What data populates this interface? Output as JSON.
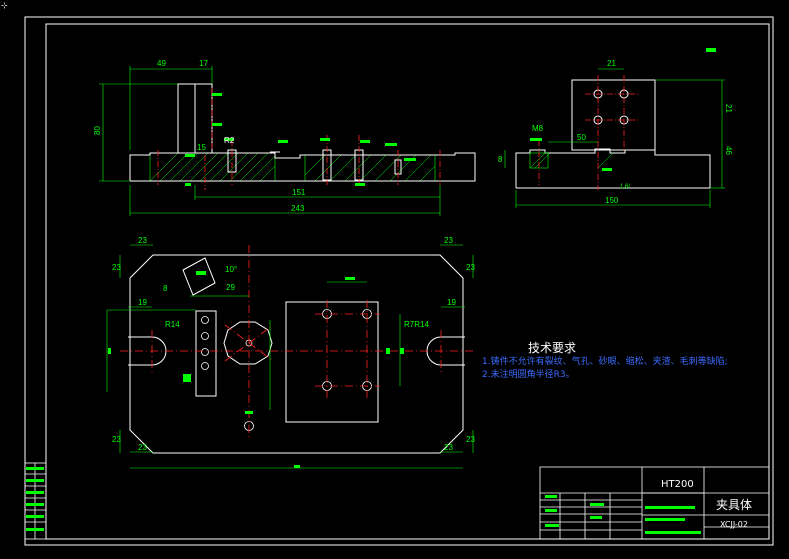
{
  "colors": {
    "background": "#000000",
    "frame": "#ffffff",
    "outline": "#ffffff",
    "dimension": "#00ff00",
    "centerline": "#ff2020",
    "hatch": "#00ff00",
    "notes": "#3b6bff",
    "highlight": "#00ff00"
  },
  "icons": {
    "corner": "crosshair-icon"
  },
  "top_view_dims": {
    "d49": "49",
    "d17": "17",
    "d80": "80",
    "r2": "R2",
    "d151": "151",
    "d243": "243",
    "d15": "15"
  },
  "side_view_dims": {
    "d21a": "21",
    "d21b": "21",
    "d46": "46",
    "m8": "M8",
    "d50": "50",
    "d8": "8",
    "d150": "150",
    "ra": "1.6/"
  },
  "plan_view_dims": {
    "d23_tl": "23",
    "d23_tl2": "23",
    "d23_tr": "23",
    "d23_tr2": "23",
    "d23_bl": "23",
    "d23_bl2": "23",
    "d23_br": "23",
    "d23_br2": "23",
    "d19_l": "19",
    "d19_r": "19",
    "r14_l": "R14",
    "r14_r": "R7R14",
    "d29": "29",
    "d10": "10°",
    "d8": "8"
  },
  "notes": {
    "title": "技术要求",
    "line1": "1.铸件不允许有裂纹、气孔、砂眼、缩松、夹渣、毛刺等缺陷;",
    "line2": "2.未注明圆角半径R3。"
  },
  "title_block": {
    "material": "HT200",
    "part_name": "夹具体",
    "drawing_no": "XCJJ-02"
  }
}
